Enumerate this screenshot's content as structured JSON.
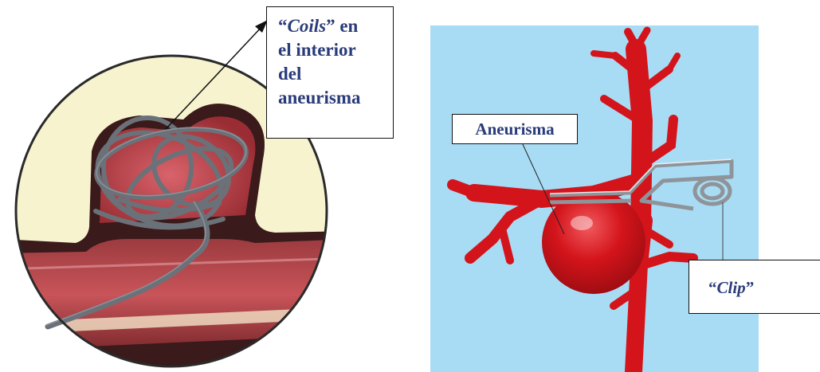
{
  "left_diagram": {
    "callout": {
      "quote_open": "“",
      "coils_word": "Coils",
      "quote_close": "” en",
      "line2": "el interior",
      "line3": "del",
      "line4": "aneurisma"
    }
  },
  "right_diagram": {
    "aneurysm_label": "Aneurisma",
    "clip_callout": {
      "quote_open": "“",
      "clip_word": "Clip",
      "quote_close": "”"
    }
  },
  "colors": {
    "right_background": "#a8dcf5",
    "artery_red": "#d4141b",
    "left_background": "#f7f3cf",
    "coil_gray": "#6b7178",
    "label_text": "#2a3b7a"
  }
}
